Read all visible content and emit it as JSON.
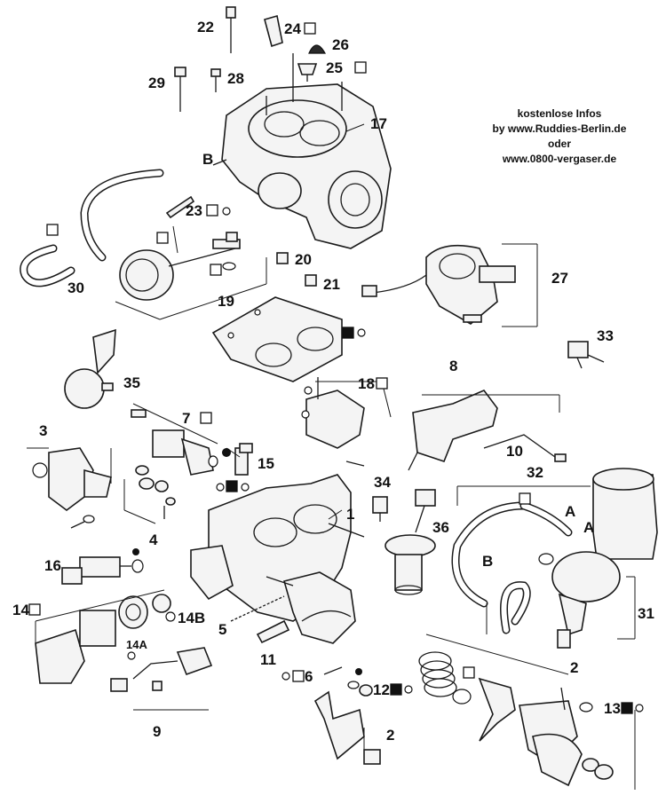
{
  "info": {
    "line1": "kostenlose Infos",
    "line2": "by www.Ruddies-Berlin.de",
    "line3": "oder",
    "line4": "www.0800-vergaser.de"
  },
  "labels": {
    "p1": "1",
    "p2a": "2",
    "p2b": "2",
    "p3": "3",
    "p4": "4",
    "p5": "5",
    "p6": "6",
    "p7": "7",
    "p8": "8",
    "p9": "9",
    "p10": "10",
    "p11": "11",
    "p12": "12",
    "p13": "13",
    "p14": "14",
    "p14a": "14A",
    "p14b": "14B",
    "p15": "15",
    "p16": "16",
    "p17": "17",
    "p18": "18",
    "p19": "19",
    "p20": "20",
    "p21": "21",
    "p22": "22",
    "p23": "23",
    "p24": "24",
    "p25": "25",
    "p26": "26",
    "p27": "27",
    "p28": "28",
    "p29": "29",
    "p30": "30",
    "p31": "31",
    "p32": "32",
    "p33": "33",
    "p34": "34",
    "p35": "35",
    "p36": "36",
    "hoseA1": "A",
    "hoseA2": "A",
    "hoseB1": "B",
    "hoseB2": "B"
  },
  "colors": {
    "ink": "#111111",
    "paper": "#ffffff"
  }
}
